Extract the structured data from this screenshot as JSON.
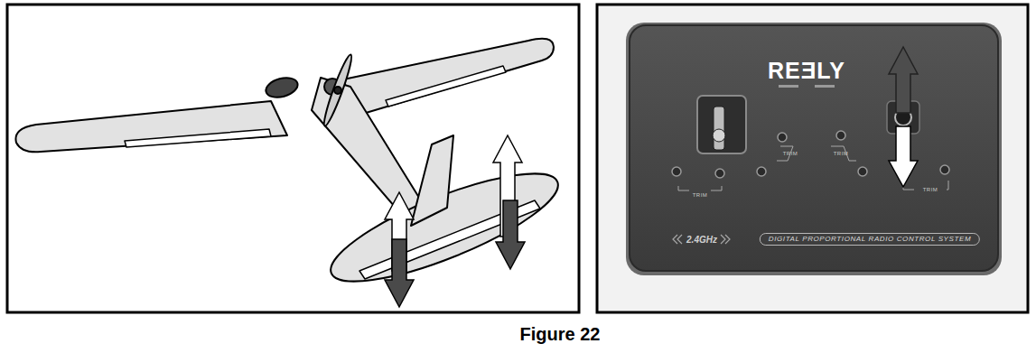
{
  "diagram": {
    "caption": "Figure 22",
    "nodes": [
      {
        "text": [
          "DIGITAL PROPORTIONAL RADIO CONTROL SYSTEM"
        ]
      }
    ],
    "labels": [
      "REƎLY",
      "TRIM",
      "TRIM",
      "TRIM",
      "TRIM",
      "2.4GHz"
    ]
  }
}
